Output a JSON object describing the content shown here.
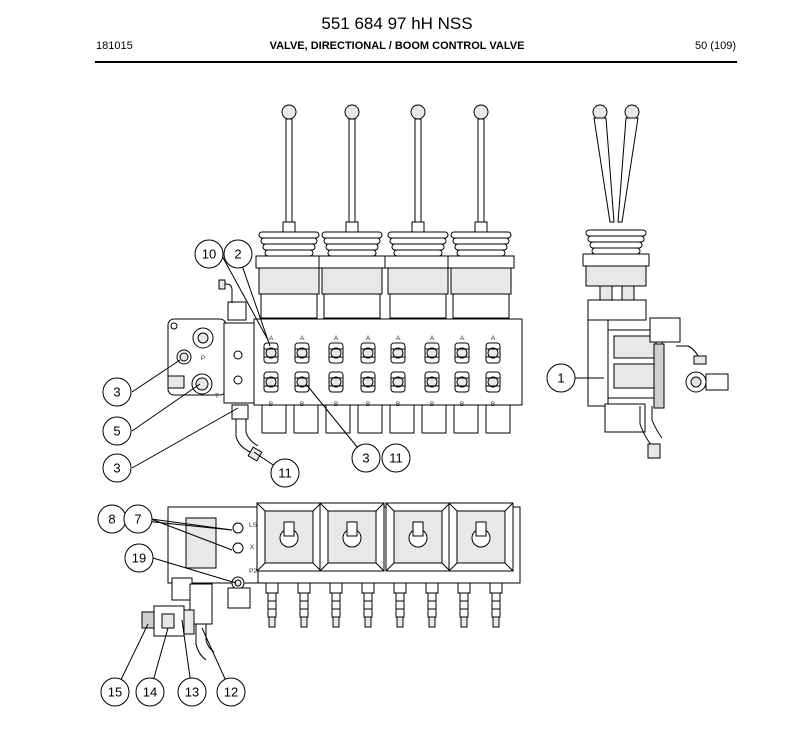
{
  "header": {
    "title": "551 684 97 hH NSS",
    "doc_id": "181015",
    "subject": "VALVE, DIRECTIONAL / BOOM CONTROL VALVE",
    "page": "50 (109)"
  },
  "ports": {
    "a": "A",
    "b": "B",
    "p": "P",
    "t": "T",
    "ls": "LS",
    "x": "X",
    "p2": "P2"
  },
  "balloons": [
    "10",
    "2",
    "3",
    "5",
    "3",
    "11",
    "3",
    "11",
    "1",
    "8",
    "7",
    "19",
    "15",
    "14",
    "13",
    "12"
  ]
}
